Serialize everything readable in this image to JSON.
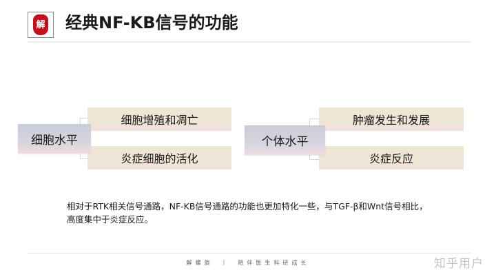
{
  "header": {
    "logo_glyph": "解",
    "logo_icon": "red-seal-logo",
    "title": "经典NF-KB信号的功能"
  },
  "diagram": {
    "groups": [
      {
        "parent": "细胞水平",
        "children": [
          "细胞增殖和凋亡",
          "炎症细胞的活化"
        ]
      },
      {
        "parent": "个体水平",
        "children": [
          "肿瘤发生和发展",
          "炎症反应"
        ]
      }
    ],
    "colors": {
      "parent_fill": "#d0d2dc",
      "child_fill": "#eee6d4",
      "connector": "#d7d7d7"
    }
  },
  "body": {
    "line1": "相对于RTK相关信号通路，NF-KB信号通路的功能也更加特化一些，与TGF-β和Wnt信号相比，",
    "line2": "高度集中于炎症反应。"
  },
  "footer": {
    "brand": "解螺旋",
    "separator": "|",
    "slogan": "陪伴医生科研成长",
    "watermark": "知乎用户"
  }
}
